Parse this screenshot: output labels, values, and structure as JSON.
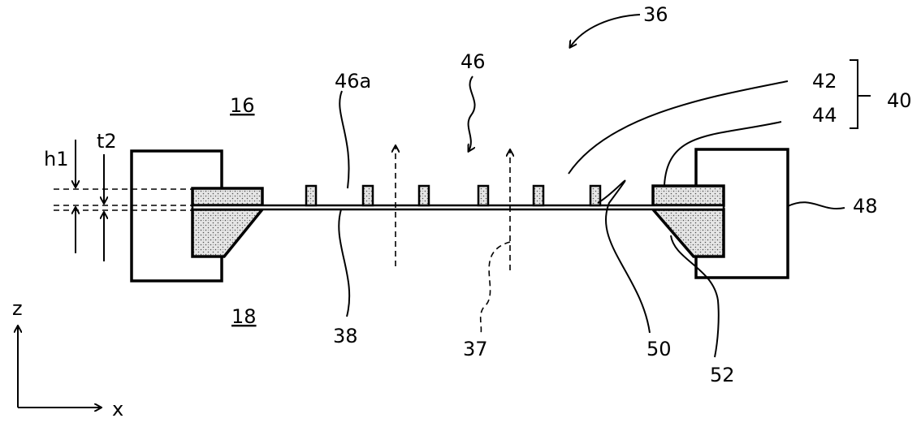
{
  "labels": {
    "ref_36": "36",
    "ref_46": "46",
    "ref_46a": "46a",
    "ref_42": "42",
    "ref_44": "44",
    "ref_40": "40",
    "ref_16": "16",
    "ref_18": "18",
    "ref_h1": "h1",
    "ref_t2": "t2",
    "ref_48": "48",
    "ref_38": "38",
    "ref_37": "37",
    "ref_50": "50",
    "ref_52": "52",
    "axis_z": "z",
    "axis_x": "x"
  }
}
